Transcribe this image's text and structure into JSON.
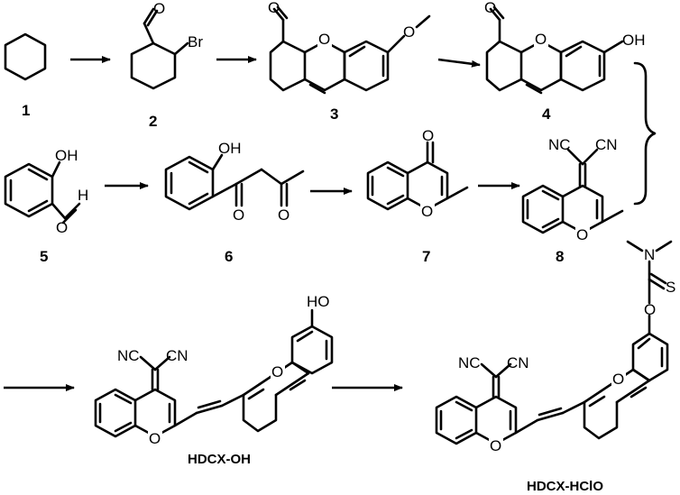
{
  "figure": {
    "atoms": {
      "oxygen": "O",
      "bromo": "Br",
      "hydroxy": "OH",
      "methoxy": "O",
      "aldehyde_h": "H",
      "cyano": "NC",
      "cyano_r": "CN",
      "nitrogen": "N",
      "sulfur": "S",
      "hydroxy_ho": "HO"
    },
    "labels": {
      "c1": "1",
      "c2": "2",
      "c3": "3",
      "c4": "4",
      "c5": "5",
      "c6": "6",
      "c7": "7",
      "c8": "8",
      "hdcx_oh": "HDCX-OH",
      "hdcx_hclo": "HDCX-HClO"
    }
  }
}
